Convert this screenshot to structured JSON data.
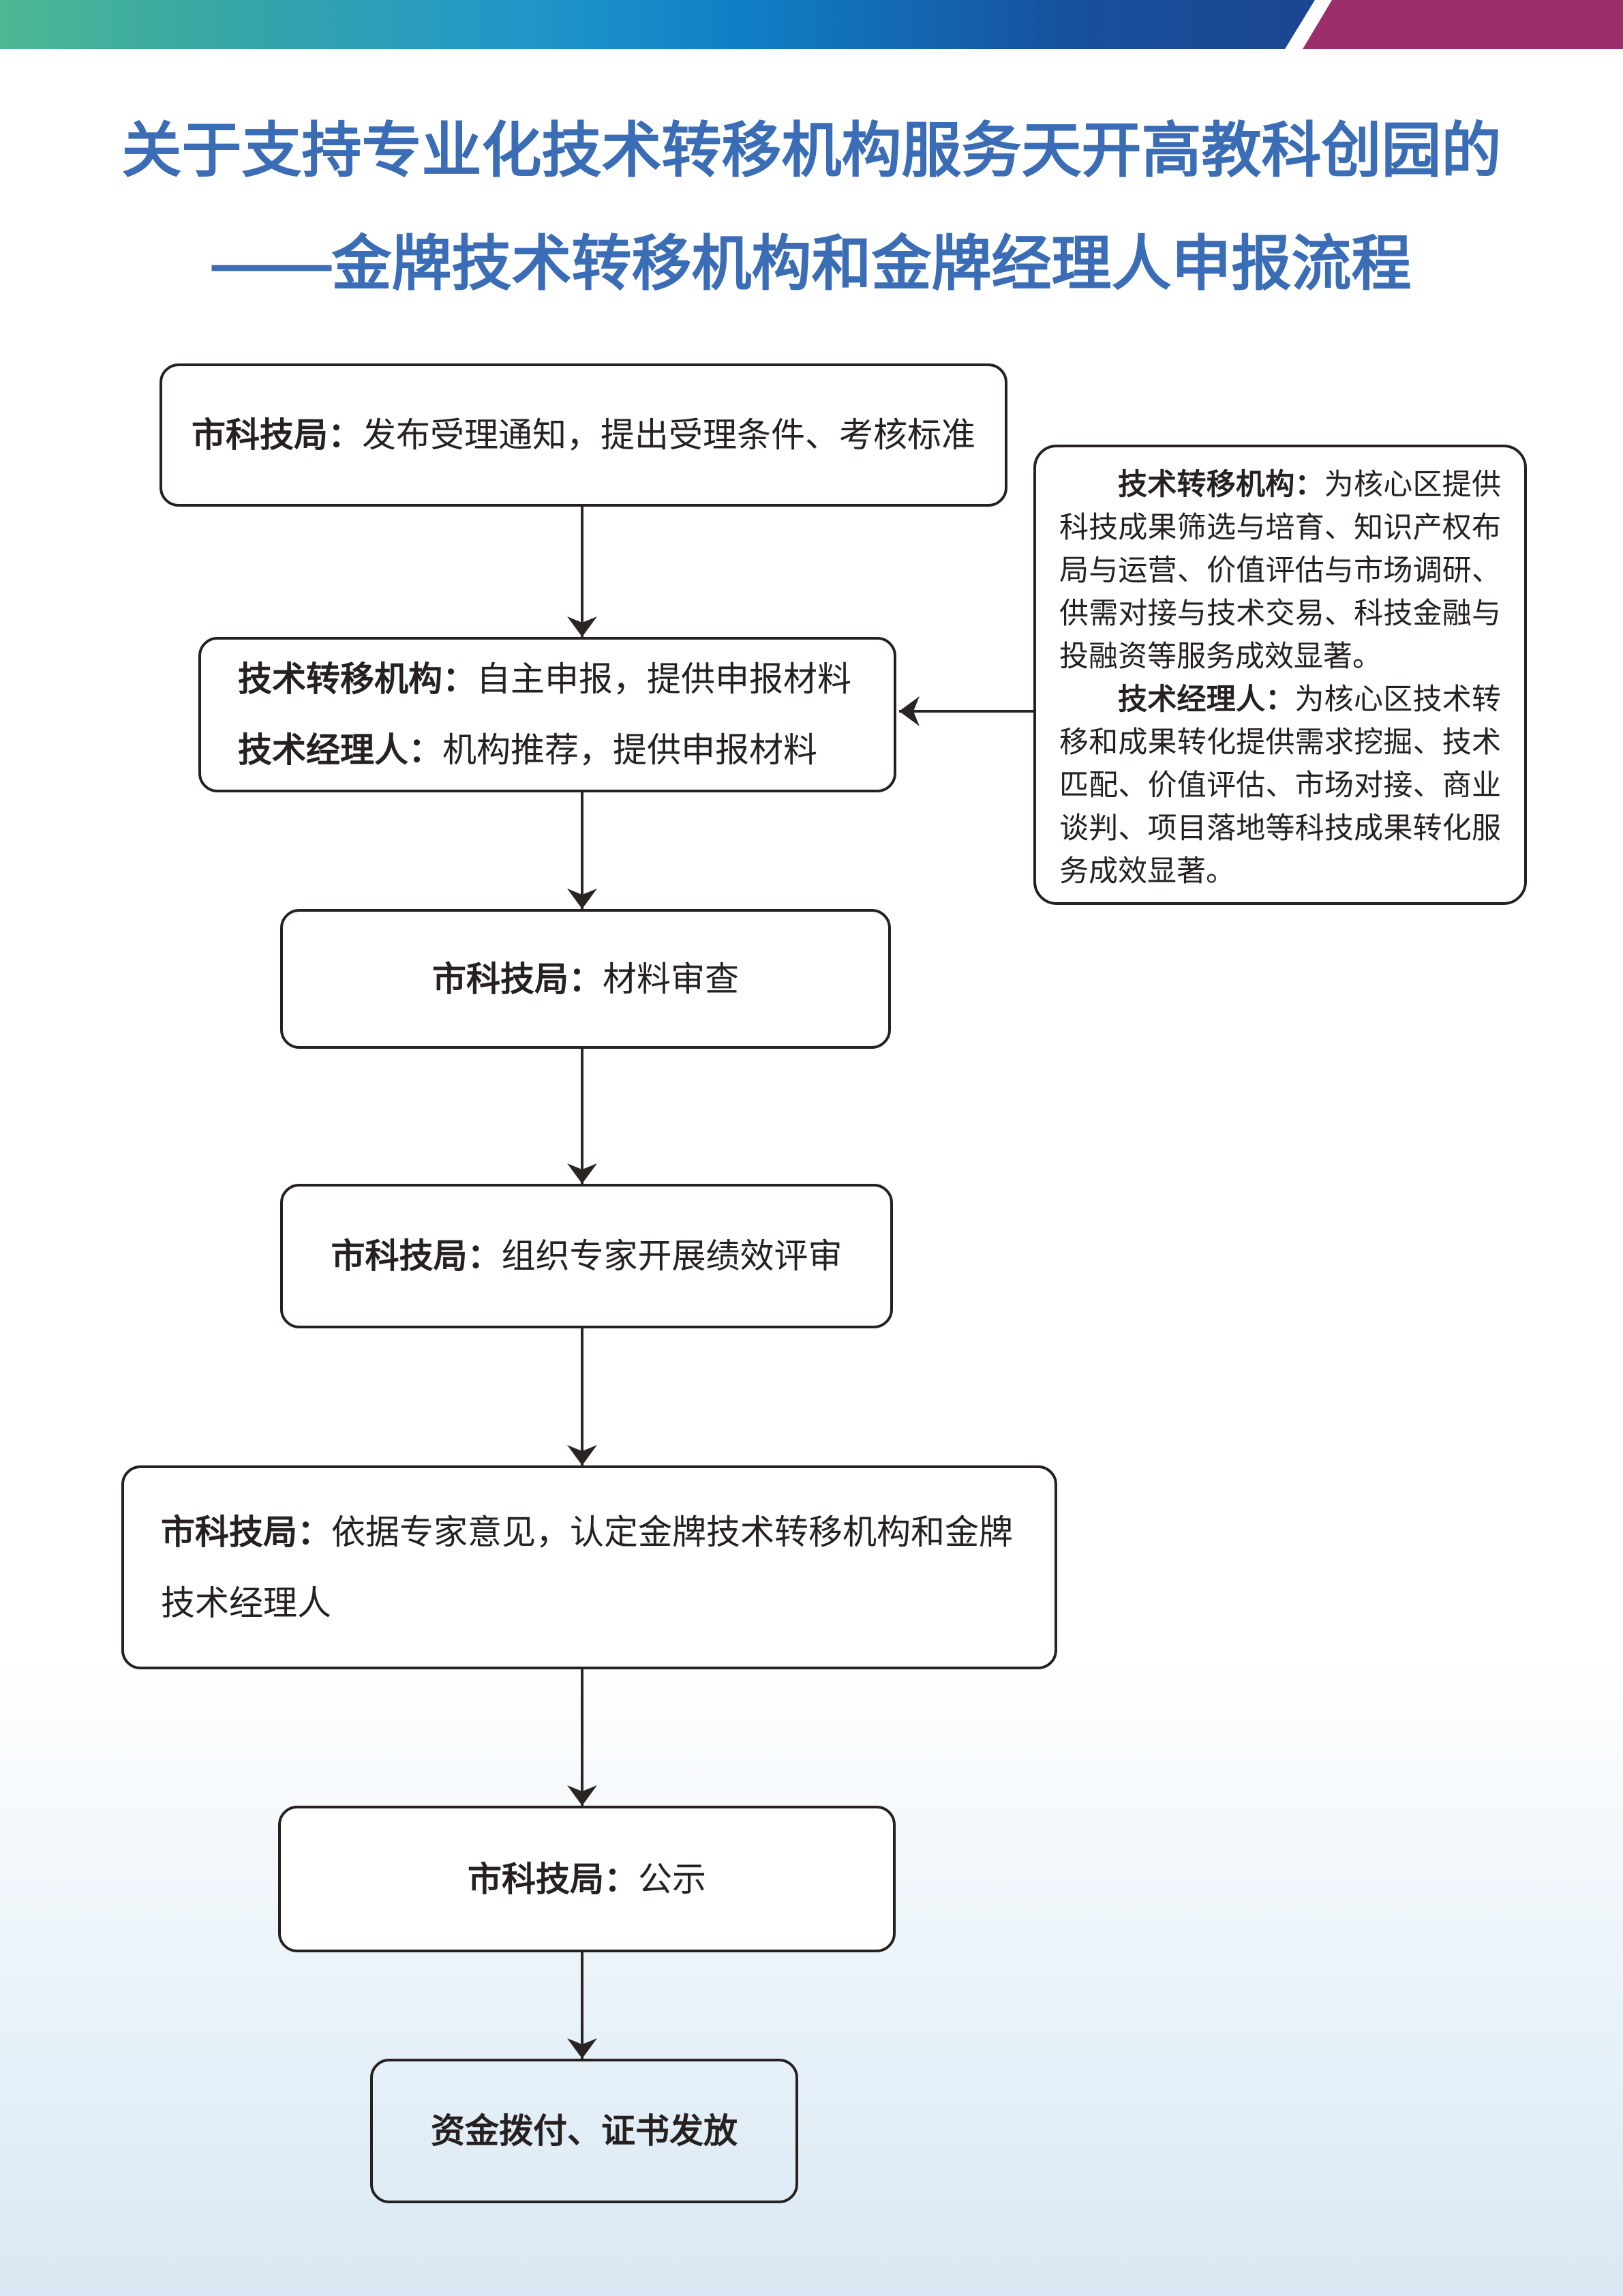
{
  "title": {
    "line1": "关于支持专业化技术转移机构服务天开高教科创园的",
    "line2": "——金牌技术转移机构和金牌经理人申报流程"
  },
  "flow": {
    "boxes": [
      {
        "id": "publish-notice",
        "lines": [
          {
            "label": "市科技局：",
            "text": "发布受理通知，提出受理条件、考核标准"
          }
        ]
      },
      {
        "id": "self-apply",
        "lines": [
          {
            "label": "技术转移机构：",
            "text": "自主申报，提供申报材料"
          },
          {
            "label": "技术经理人：",
            "text": "机构推荐，提供申报材料"
          }
        ]
      },
      {
        "id": "material-review",
        "lines": [
          {
            "label": "市科技局：",
            "text": "材料审查"
          }
        ]
      },
      {
        "id": "expert-evaluation",
        "lines": [
          {
            "label": "市科技局：",
            "text": "组织专家开展绩效评审"
          }
        ]
      },
      {
        "id": "certification",
        "lines": [
          {
            "label": "市科技局：",
            "text": "依据专家意见，认定金牌技术转移机构和金牌技术经理人"
          }
        ]
      },
      {
        "id": "public-notice",
        "lines": [
          {
            "label": "市科技局：",
            "text": "公示"
          }
        ]
      },
      {
        "id": "funding-certificates",
        "lines": [
          {
            "label": "资金拨付、证书发放",
            "text": ""
          }
        ]
      }
    ]
  },
  "sidebox": {
    "paragraphs": [
      {
        "label": "技术转移机构：",
        "text": "为核心区提供科技成果筛选与培育、知识产权布局与运营、价值评估与市场调研、供需对接与技术交易、科技金融与投融资等服务成效显著。"
      },
      {
        "label": "技术经理人：",
        "text": "为核心区技术转移和成果转化提供需求挖掘、技术匹配、价值评估、市场对接、商业谈判、项目落地等科技成果转化服务成效显著。"
      }
    ]
  },
  "colors": {
    "banner_green": "#4eb893",
    "banner_blue": "#1b4691",
    "banner_magenta": "#9c2f6b",
    "title_blue": "#3a6db5",
    "ink": "#262120",
    "background_bottom": "#d9e8f4"
  }
}
